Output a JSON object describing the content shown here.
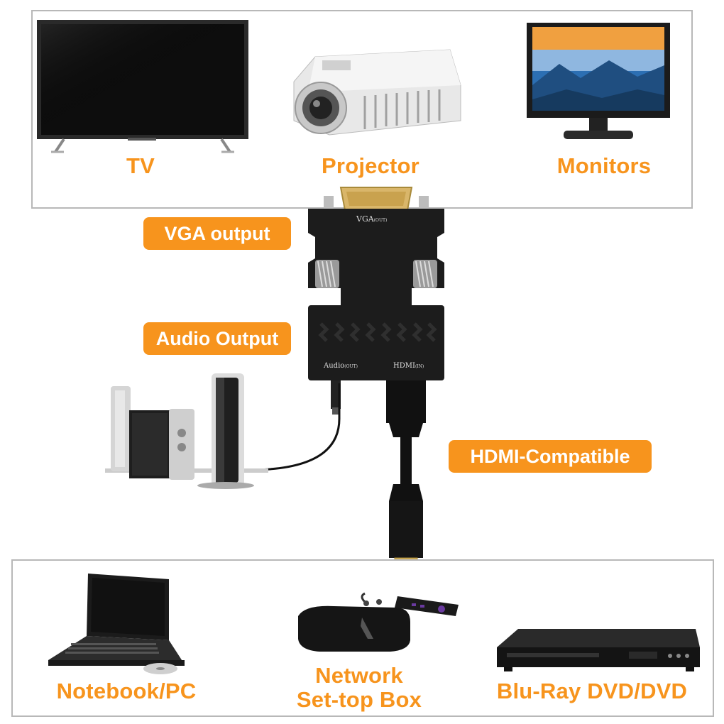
{
  "top_devices": {
    "tv": {
      "label": "TV",
      "icon": "tv-icon"
    },
    "projector": {
      "label": "Projector",
      "icon": "projector-icon"
    },
    "monitors": {
      "label": "Monitors",
      "icon": "monitor-icon"
    }
  },
  "callouts": {
    "vga_output": "VGA output",
    "audio_output": "Audio Output",
    "hdmi_compatible": "HDMI-Compatible"
  },
  "adapter": {
    "vga_marking": "VGA",
    "vga_sub": "(OUT)",
    "audio_marking": "Audio",
    "audio_sub": "(OUT)",
    "hdmi_marking": "HDMI",
    "hdmi_sub": "(IN)"
  },
  "bottom_devices": {
    "notebook": {
      "label": "Notebook/PC",
      "icon": "laptop-icon"
    },
    "set_top_box": {
      "label_line1": "Network",
      "label_line2": "Set-top Box",
      "icon": "set-top-box-icon"
    },
    "dvd": {
      "label": "Blu-Ray DVD/DVD",
      "icon": "dvd-player-icon"
    }
  },
  "colors": {
    "accent": "#f7941d",
    "panel_border": "#b8b8b8",
    "adapter": "#1c1c1c"
  }
}
